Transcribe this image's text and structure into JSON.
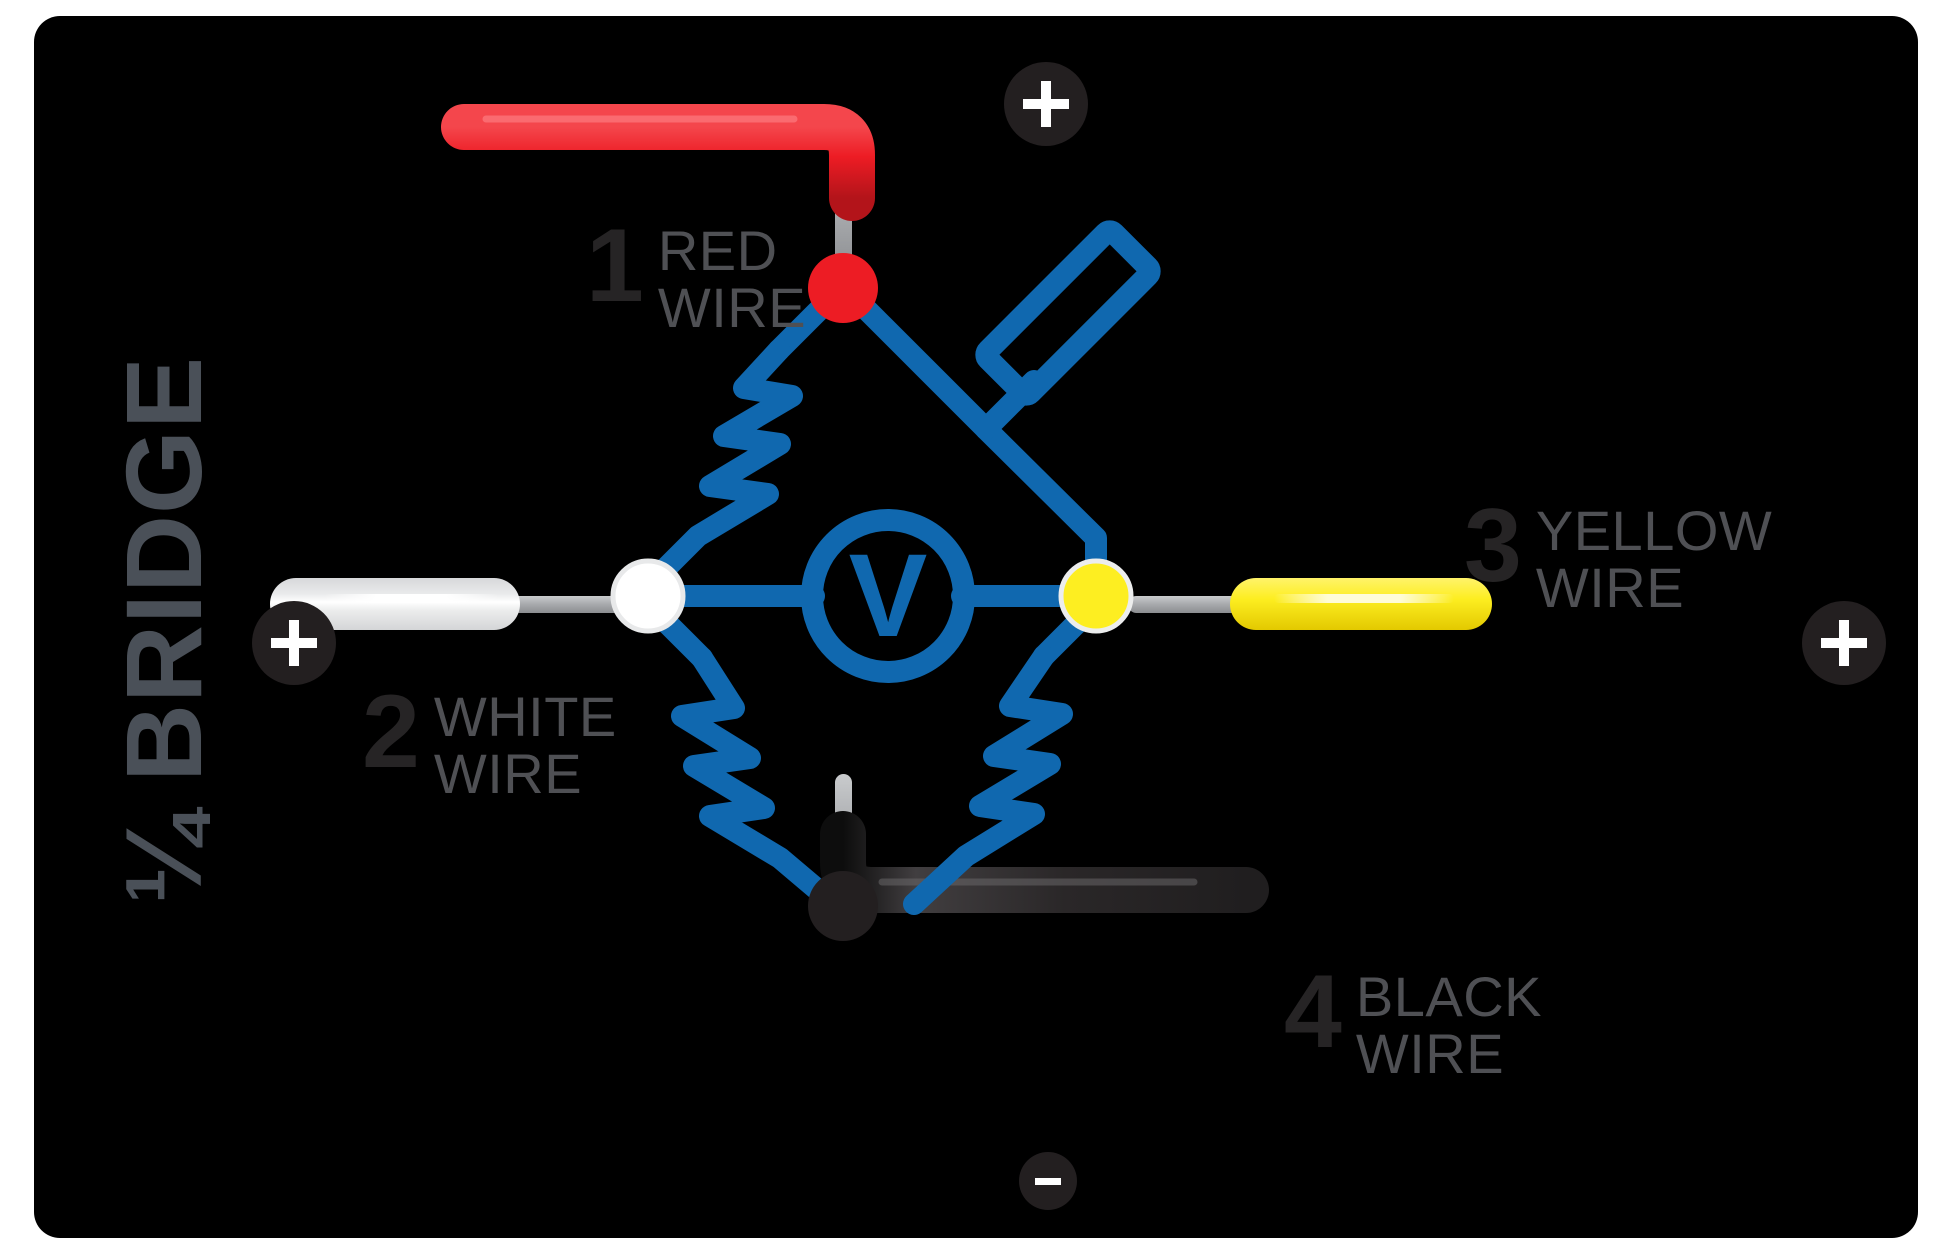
{
  "diagram": {
    "title": "¼ BRIDGE",
    "background_color": "#000000",
    "accent_blue": "#1068AF",
    "label_number_color": "#262425",
    "label_text_color": "#4f5054",
    "title_color": "#4a5058"
  },
  "meter": {
    "symbol": "V",
    "name": "voltmeter"
  },
  "terminals": [
    {
      "id": "top",
      "sign": "+",
      "node_color": "#ed1c24",
      "node_name": "red-node"
    },
    {
      "id": "left",
      "sign": "+",
      "node_color": "#ffffff",
      "node_name": "white-node"
    },
    {
      "id": "right",
      "sign": "+",
      "node_color": "#fdee21",
      "node_name": "yellow-node"
    },
    {
      "id": "bottom",
      "sign": "−",
      "node_color": "#231f20",
      "node_name": "black-node"
    }
  ],
  "wires": [
    {
      "index": "1",
      "name": "RED",
      "line2": "WIRE",
      "color": "#ed1c24",
      "tip_color": "#a7a9ac"
    },
    {
      "index": "2",
      "name": "WHITE",
      "line2": "WIRE",
      "color": "#e6e7e8",
      "tip_color": "#a7a9ac"
    },
    {
      "index": "3",
      "name": "YELLOW",
      "line2": "WIRE",
      "color": "#fdee21",
      "tip_color": "#a7a9ac"
    },
    {
      "index": "4",
      "name": "BLACK",
      "line2": "WIRE",
      "color": "#231f20",
      "tip_color": "#a7a9ac"
    }
  ]
}
